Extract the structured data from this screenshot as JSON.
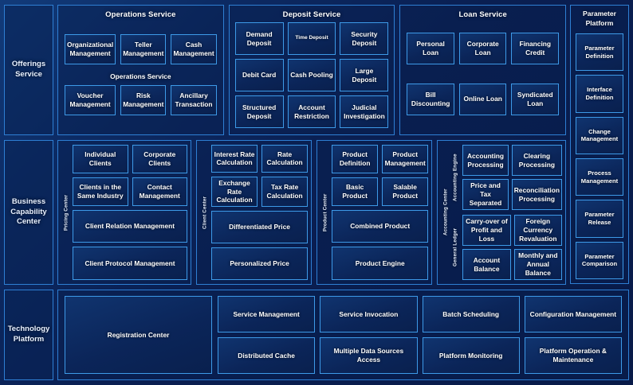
{
  "rows": {
    "offerings": {
      "sidebar_label": "Offerings Service",
      "panels": [
        {
          "title": "Operations Service",
          "floating_label": "Operations Service",
          "boxes": [
            "Organizational Management",
            "Teller Management",
            "Cash Management",
            "Voucher Management",
            "Risk Management",
            "Ancillary Transaction"
          ]
        },
        {
          "title": "Deposit Service",
          "boxes": [
            "Demand Deposit",
            "Time Deposit",
            "Security Deposit",
            "Debit Card",
            "Cash Pooling",
            "Large Deposit",
            "Structured Deposit",
            "Account Restriction",
            "Judicial Investigation"
          ]
        },
        {
          "title": "Loan Service",
          "boxes": [
            "Personal Loan",
            "Corporate Loan",
            "Financing Credit",
            "Bill Discounting",
            "Online Loan",
            "Syndicated Loan"
          ]
        }
      ]
    },
    "business": {
      "sidebar_label": "Business Capability Center",
      "cells": [
        {
          "vlabel": "Pricing Center",
          "pair1": [
            "Individual Clients",
            "Corporate Clients"
          ],
          "pair2": [
            "Clients in the Same Industry",
            "Contact Management"
          ],
          "wide1": "Client Relation Management",
          "wide2": "Client Protocol Management"
        },
        {
          "vlabel": "Client Center",
          "pair1": [
            "Interest Rate Calculation",
            "Rate Calculation"
          ],
          "pair2": [
            "Exchange Rate Calculation",
            "Tax Rate Calculation"
          ],
          "wide1": "Differentiated Price",
          "wide2": "Personalized Price"
        },
        {
          "vlabel": "Product Center",
          "pair1": [
            "Product Definition",
            "Product Management"
          ],
          "pair2": [
            "Basic Product",
            "Salable Product"
          ],
          "wide1": "Combined Product",
          "wide2": "Product Engine"
        },
        {
          "vlabel": "Accounting Center",
          "sub1_label": "Accounting Engine",
          "sub1_boxes": [
            "Accounting Processing",
            "Clearing Processing",
            "Price and Tax Separated",
            "Reconciliation Processing"
          ],
          "sub2_label": "General Ledger",
          "sub2_boxes": [
            "Carry-over of Profit and Loss",
            "Foreign Currency Revaluation",
            "Account Balance",
            "Monthly and Annual Balance"
          ]
        }
      ]
    },
    "technology": {
      "sidebar_label": "Technology Platform",
      "registration_box": "Registration Center",
      "boxes": [
        "Service Management",
        "Service Invocation",
        "Batch Scheduling",
        "Configuration Management",
        "Distributed Cache",
        "Multiple Data Sources Access",
        "Platform Monitoring",
        "Platform Operation & Maintenance"
      ]
    }
  },
  "parameter_platform": {
    "title": "Parameter Platform",
    "boxes": [
      "Parameter Definition",
      "Interface Definition",
      "Change Management",
      "Process Management",
      "Parameter Release",
      "Parameter Comparison"
    ]
  },
  "colors": {
    "background": "#0a1f52",
    "panel_border": "#2e7fd4",
    "box_border": "#3d9ae8",
    "text": "#ffffff"
  }
}
